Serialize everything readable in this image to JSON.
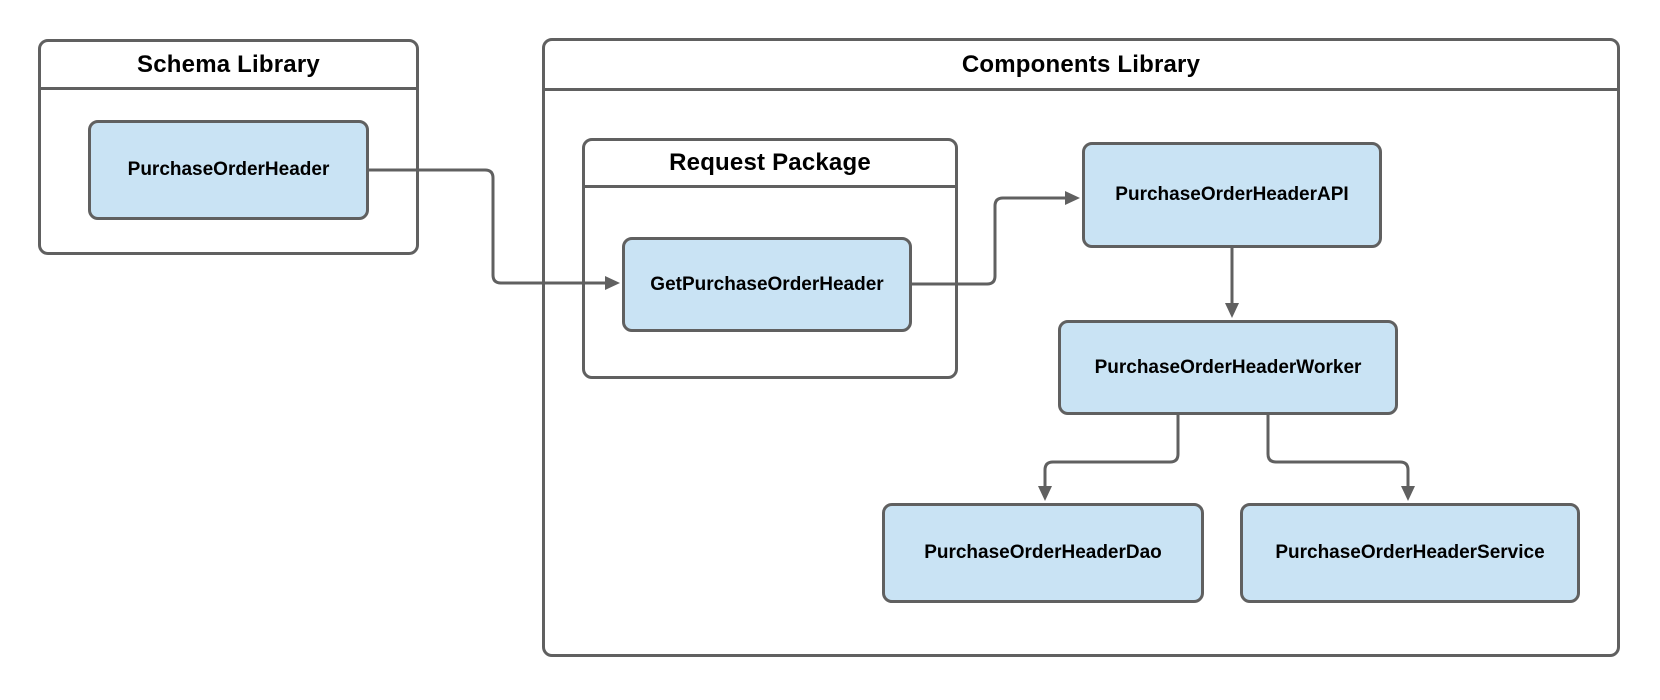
{
  "diagram": {
    "containers": [
      {
        "id": "schema-library",
        "title": "Schema Library"
      },
      {
        "id": "components-library",
        "title": "Components Library"
      },
      {
        "id": "request-package",
        "title": "Request Package"
      }
    ],
    "nodes": [
      {
        "id": "purchase-order-header",
        "label": "PurchaseOrderHeader",
        "container": "schema-library"
      },
      {
        "id": "get-purchase-order-header",
        "label": "GetPurchaseOrderHeader",
        "container": "request-package"
      },
      {
        "id": "purchase-order-header-api",
        "label": "PurchaseOrderHeaderAPI",
        "container": "components-library"
      },
      {
        "id": "purchase-order-header-worker",
        "label": "PurchaseOrderHeaderWorker",
        "container": "components-library"
      },
      {
        "id": "purchase-order-header-dao",
        "label": "PurchaseOrderHeaderDao",
        "container": "components-library"
      },
      {
        "id": "purchase-order-header-service",
        "label": "PurchaseOrderHeaderService",
        "container": "components-library"
      }
    ],
    "edges": [
      {
        "from": "PurchaseOrderHeader",
        "to": "GetPurchaseOrderHeader"
      },
      {
        "from": "GetPurchaseOrderHeader",
        "to": "PurchaseOrderHeaderAPI"
      },
      {
        "from": "PurchaseOrderHeaderAPI",
        "to": "PurchaseOrderHeaderWorker"
      },
      {
        "from": "PurchaseOrderHeaderWorker",
        "to": "PurchaseOrderHeaderDao"
      },
      {
        "from": "PurchaseOrderHeaderWorker",
        "to": "PurchaseOrderHeaderService"
      }
    ],
    "colors": {
      "node_fill": "#c9e3f4",
      "stroke": "#606060",
      "text": "#000000",
      "background": "#ffffff"
    }
  }
}
